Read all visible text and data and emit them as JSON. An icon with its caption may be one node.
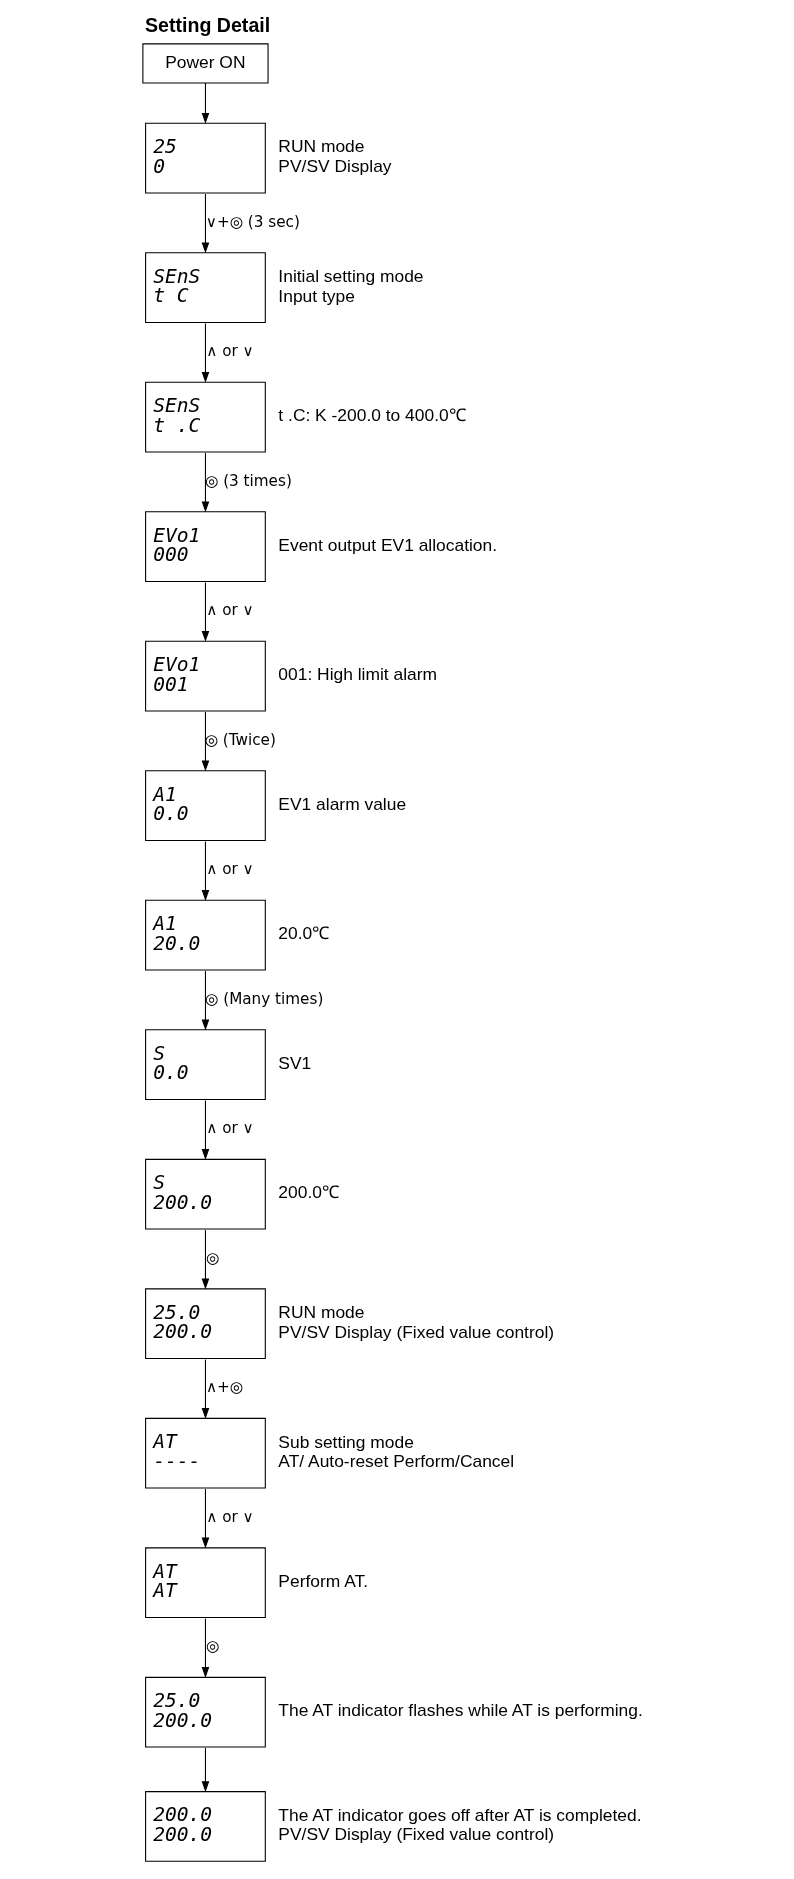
{
  "diagram": {
    "title": "Setting Detail",
    "nodes": [
      {
        "text": [
          "Power ON"
        ]
      },
      {
        "text": [
          "25",
          "0"
        ],
        "beside": [
          "RUN mode",
          "PV/SV Display"
        ]
      },
      {
        "text": [
          "SEnS",
          "t C"
        ],
        "beside": [
          "Initial setting mode",
          "Input type"
        ]
      },
      {
        "text": [
          "SEnS",
          "t .C"
        ],
        "beside": [
          "t .C: K -200.0 to 400.0℃"
        ]
      },
      {
        "text": [
          "EVo1",
          "000"
        ],
        "beside": [
          "Event output EV1 allocation."
        ]
      },
      {
        "text": [
          "EVo1",
          "001"
        ],
        "beside": [
          "001: High limit alarm"
        ]
      },
      {
        "text": [
          "A1",
          "0.0"
        ],
        "beside": [
          "EV1 alarm value"
        ]
      },
      {
        "text": [
          "A1",
          "20.0"
        ],
        "beside": [
          "20.0℃"
        ]
      },
      {
        "text": [
          "S",
          "0.0"
        ],
        "beside": [
          "SV1"
        ]
      },
      {
        "text": [
          "S",
          "200.0"
        ],
        "beside": [
          "200.0℃"
        ]
      },
      {
        "text": [
          "25.0",
          "200.0"
        ],
        "beside": [
          "RUN mode",
          "PV/SV Display (Fixed value control)"
        ]
      },
      {
        "text": [
          "AT",
          "----"
        ],
        "beside": [
          "Sub setting mode",
          "AT/ Auto-reset Perform/Cancel"
        ]
      },
      {
        "text": [
          "AT",
          "AT"
        ],
        "beside": [
          "Perform AT."
        ]
      },
      {
        "text": [
          "25.0",
          "200.0"
        ],
        "beside": [
          "The AT indicator flashes while AT is performing."
        ]
      },
      {
        "text": [
          "200.0",
          "200.0"
        ],
        "beside": [
          "The AT indicator goes off after AT is completed.",
          "PV/SV Display (Fixed value control)"
        ]
      }
    ],
    "edges": [
      {
        "from": 0,
        "to": 1,
        "arrow": "to"
      },
      {
        "from": 1,
        "to": 2,
        "arrow": "to",
        "label": "∨+◎ (3 sec)"
      },
      {
        "from": 2,
        "to": 3,
        "arrow": "to",
        "label": "∧ or ∨"
      },
      {
        "from": 3,
        "to": 4,
        "arrow": "to",
        "label": "◎ (3 times)"
      },
      {
        "from": 4,
        "to": 5,
        "arrow": "to",
        "label": "∧ or ∨"
      },
      {
        "from": 5,
        "to": 6,
        "arrow": "to",
        "label": "◎ (Twice)"
      },
      {
        "from": 6,
        "to": 7,
        "arrow": "to",
        "label": "∧ or ∨"
      },
      {
        "from": 7,
        "to": 8,
        "arrow": "to",
        "label": "◎ (Many times)"
      },
      {
        "from": 8,
        "to": 9,
        "arrow": "to",
        "label": "∧ or ∨"
      },
      {
        "from": 9,
        "to": 10,
        "arrow": "to",
        "label": "◎"
      },
      {
        "from": 10,
        "to": 11,
        "arrow": "to",
        "label": "∧+◎"
      },
      {
        "from": 11,
        "to": 12,
        "arrow": "to",
        "label": "∧ or ∨"
      },
      {
        "from": 12,
        "to": 13,
        "arrow": "to",
        "label": "◎"
      },
      {
        "from": 13,
        "to": 14,
        "arrow": "to"
      }
    ]
  }
}
